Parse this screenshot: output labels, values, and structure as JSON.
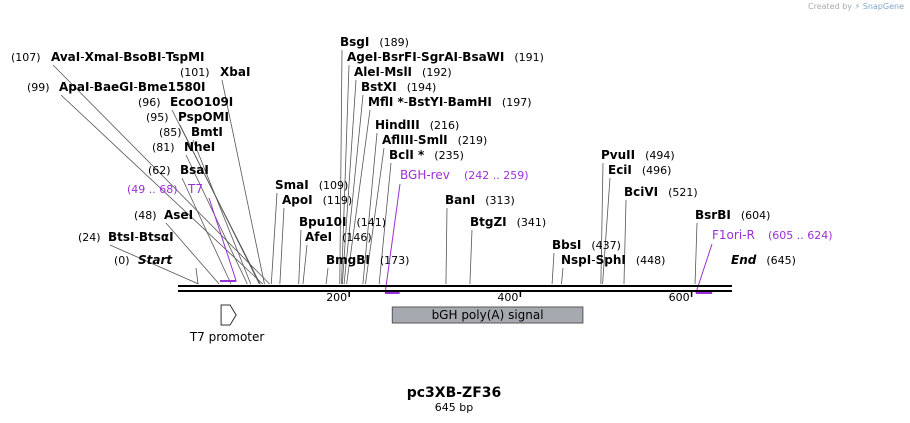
{
  "credit": {
    "prefix": "Created by",
    "brand": "SnapGene"
  },
  "construct": {
    "name": "pc3XB-ZF36",
    "length_label": "645 bp",
    "length": 645
  },
  "colors": {
    "primer": "#9b30d9",
    "text": "#000000",
    "feature_fill": "#a6aab0",
    "line": "#555555"
  },
  "ruler": {
    "ticks": [
      200,
      400,
      600
    ]
  },
  "sites": [
    {
      "id": "start",
      "parts": [
        "Start"
      ],
      "pos": "(0)",
      "bp": 0,
      "italic": true
    },
    {
      "id": "btsi",
      "parts": [
        "BtsI",
        "BtsαI"
      ],
      "pos": "(24)",
      "bp": 24
    },
    {
      "id": "asei",
      "parts": [
        "AseI"
      ],
      "pos": "(48)",
      "bp": 48
    },
    {
      "id": "bsai",
      "parts": [
        "BsaI"
      ],
      "pos": "(62)",
      "bp": 62
    },
    {
      "id": "nhei",
      "parts": [
        "NheI"
      ],
      "pos": "(81)",
      "bp": 81
    },
    {
      "id": "bmti",
      "parts": [
        "BmtI"
      ],
      "pos": "(85)",
      "bp": 85
    },
    {
      "id": "psp",
      "parts": [
        "PspOMI"
      ],
      "pos": "(95)",
      "bp": 95
    },
    {
      "id": "eco",
      "parts": [
        "EcoO109I"
      ],
      "pos": "(96)",
      "bp": 96
    },
    {
      "id": "apai",
      "parts": [
        "ApaI",
        "BaeGI",
        "Bme1580I"
      ],
      "pos": "(99)",
      "bp": 99
    },
    {
      "id": "xbai",
      "parts": [
        "XbaI"
      ],
      "pos": "(101)",
      "bp": 101
    },
    {
      "id": "avai",
      "parts": [
        "AvaI",
        "XmaI",
        "BsoBI",
        "TspMI"
      ],
      "pos": "(107)",
      "bp": 107
    },
    {
      "id": "smai",
      "parts": [
        "SmaI"
      ],
      "pos": "(109)",
      "bp": 109
    },
    {
      "id": "apoi",
      "parts": [
        "ApoI"
      ],
      "pos": "(119)",
      "bp": 119
    },
    {
      "id": "bpu",
      "parts": [
        "Bpu10I"
      ],
      "pos": "(141)",
      "bp": 141
    },
    {
      "id": "afei",
      "parts": [
        "AfeI"
      ],
      "pos": "(146)",
      "bp": 146
    },
    {
      "id": "bmgbi",
      "parts": [
        "BmgBI"
      ],
      "pos": "(173)",
      "bp": 173
    },
    {
      "id": "bsgi",
      "parts": [
        "BsgI"
      ],
      "pos": "(189)",
      "bp": 189
    },
    {
      "id": "agei",
      "parts": [
        "AgeI",
        "BsrFI",
        "SgrAI",
        "BsaWI"
      ],
      "pos": "(191)",
      "bp": 191
    },
    {
      "id": "alei",
      "parts": [
        "AleI",
        "MslI"
      ],
      "pos": "(192)",
      "bp": 192
    },
    {
      "id": "bstxi",
      "parts": [
        "BstXI"
      ],
      "pos": "(194)",
      "bp": 194
    },
    {
      "id": "mfli",
      "parts": [
        "MflI *",
        "BstYI",
        "BamHI"
      ],
      "pos": "(197)",
      "bp": 197
    },
    {
      "id": "hind",
      "parts": [
        "HindIII"
      ],
      "pos": "(216)",
      "bp": 216
    },
    {
      "id": "aflii",
      "parts": [
        "AflIII",
        "SmlI"
      ],
      "pos": "(219)",
      "bp": 219
    },
    {
      "id": "bcli",
      "parts": [
        "BclI *"
      ],
      "pos": "(235)",
      "bp": 235
    },
    {
      "id": "bani",
      "parts": [
        "BanI"
      ],
      "pos": "(313)",
      "bp": 313
    },
    {
      "id": "btgzi",
      "parts": [
        "BtgZI"
      ],
      "pos": "(341)",
      "bp": 341
    },
    {
      "id": "bbsi",
      "parts": [
        "BbsI"
      ],
      "pos": "(437)",
      "bp": 437
    },
    {
      "id": "nspi",
      "parts": [
        "NspI",
        "SphI"
      ],
      "pos": "(448)",
      "bp": 448
    },
    {
      "id": "pvuii",
      "parts": [
        "PvuII"
      ],
      "pos": "(494)",
      "bp": 494
    },
    {
      "id": "ecii",
      "parts": [
        "EciI"
      ],
      "pos": "(496)",
      "bp": 496
    },
    {
      "id": "bcivi",
      "parts": [
        "BciVI"
      ],
      "pos": "(521)",
      "bp": 521
    },
    {
      "id": "bsrbi",
      "parts": [
        "BsrBI"
      ],
      "pos": "(604)",
      "bp": 604
    },
    {
      "id": "end",
      "parts": [
        "End"
      ],
      "pos": "(645)",
      "bp": 645,
      "italic": true
    }
  ],
  "primers": [
    {
      "id": "t7",
      "name": "T7",
      "range": "(49 .. 68)",
      "start": 49,
      "end": 68
    },
    {
      "id": "bghrev",
      "name": "BGH-rev",
      "range": "(242 .. 259)",
      "start": 242,
      "end": 259
    },
    {
      "id": "f1ori",
      "name": "F1ori-R",
      "range": "(605 .. 624)",
      "start": 605,
      "end": 624
    }
  ],
  "features": [
    {
      "id": "t7promoter",
      "name": "T7 promoter",
      "start": 48,
      "end": 67,
      "type": "promoter"
    },
    {
      "id": "bgh",
      "name": "bGH poly(A) signal",
      "start": 248,
      "end": 473,
      "type": "box"
    }
  ]
}
